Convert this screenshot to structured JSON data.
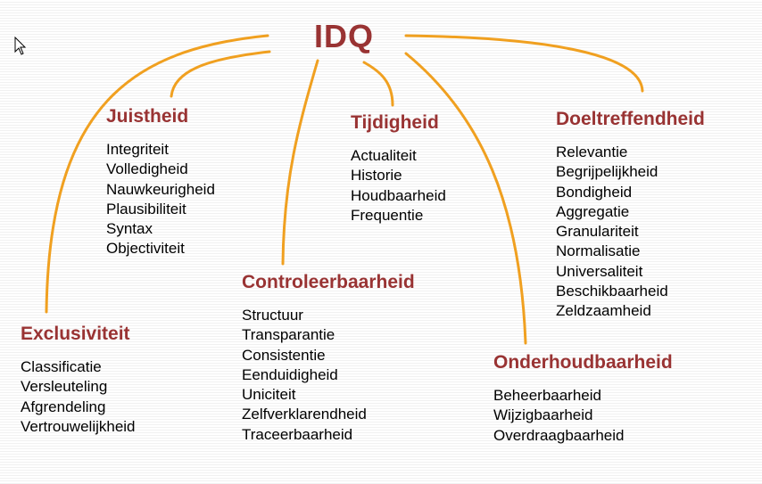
{
  "title": "IDQ",
  "colors": {
    "heading": "#993333",
    "connector": "#f0a020",
    "text": "#000000"
  },
  "icons": [
    "mouse-pointer-icon"
  ],
  "groups": [
    {
      "id": "juistheid",
      "heading": "Juistheid",
      "items": [
        "Integriteit",
        "Volledigheid",
        "Nauwkeurigheid",
        "Plausibiliteit",
        "Syntax",
        "Objectiviteit"
      ]
    },
    {
      "id": "tijdigheid",
      "heading": "Tijdigheid",
      "items": [
        "Actualiteit",
        "Historie",
        "Houdbaarheid",
        "Frequentie"
      ]
    },
    {
      "id": "doeltreffendheid",
      "heading": "Doeltreffendheid",
      "items": [
        "Relevantie",
        "Begrijpelijkheid",
        "Bondigheid",
        "Aggregatie",
        "Granulariteit",
        "Normalisatie",
        "Universaliteit",
        "Beschikbaarheid",
        "Zeldzaamheid"
      ]
    },
    {
      "id": "controleerbaarheid",
      "heading": "Controleerbaarheid",
      "items": [
        "Structuur",
        "Transparantie",
        "Consistentie",
        "Eenduidigheid",
        "Uniciteit",
        "Zelfverklarendheid",
        "Traceerbaarheid"
      ]
    },
    {
      "id": "exclusiviteit",
      "heading": "Exclusiviteit",
      "items": [
        "Classificatie",
        "Versleuteling",
        "Afgrendeling",
        "Vertrouwelijkheid"
      ]
    },
    {
      "id": "onderhoudbaarheid",
      "heading": "Onderhoudbaarheid",
      "items": [
        "Beheerbaarheid",
        "Wijzigbaarheid",
        "Overdraagbaarheid"
      ]
    }
  ]
}
